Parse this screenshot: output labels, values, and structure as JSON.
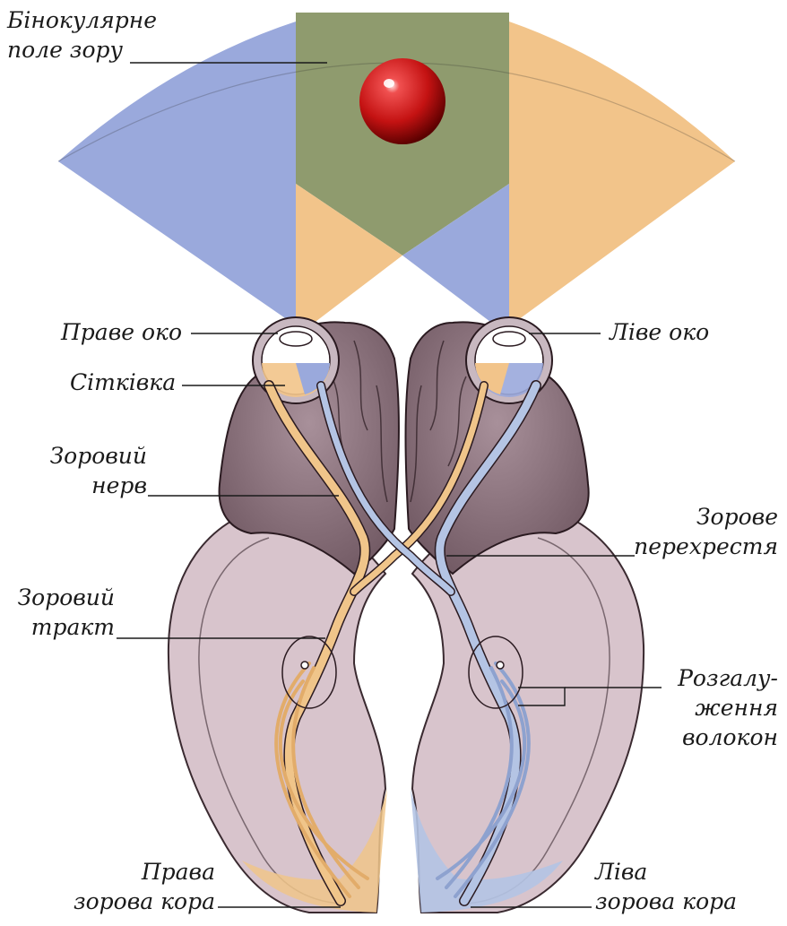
{
  "labels": {
    "binocular_field": [
      "Бінокулярне",
      "поле зору"
    ],
    "right_eye": "Праве око",
    "left_eye": "Ліве око",
    "retina": "Сітківка",
    "optic_nerve": [
      "Зоровий",
      "нерв"
    ],
    "optic_chiasm": [
      "Зорове",
      "перехрестя"
    ],
    "optic_tract": [
      "Зоровий",
      "тракт"
    ],
    "fiber_branching": [
      "Розгалу-",
      "ження",
      "волокон"
    ],
    "right_visual_cortex": [
      "Права",
      "зорова кора"
    ],
    "left_visual_cortex": [
      "Ліва",
      "зорова кора"
    ]
  },
  "colors": {
    "right_field": "#9aa9dc",
    "left_field": "#f2c48a",
    "binocular": "#8f9b6e",
    "right_pathway": "#f0c58a",
    "left_pathway": "#b4c4e4",
    "brain_upper": "#8a7078",
    "brain_lower": "#d8c4cc",
    "object": "#cc1b1b"
  }
}
